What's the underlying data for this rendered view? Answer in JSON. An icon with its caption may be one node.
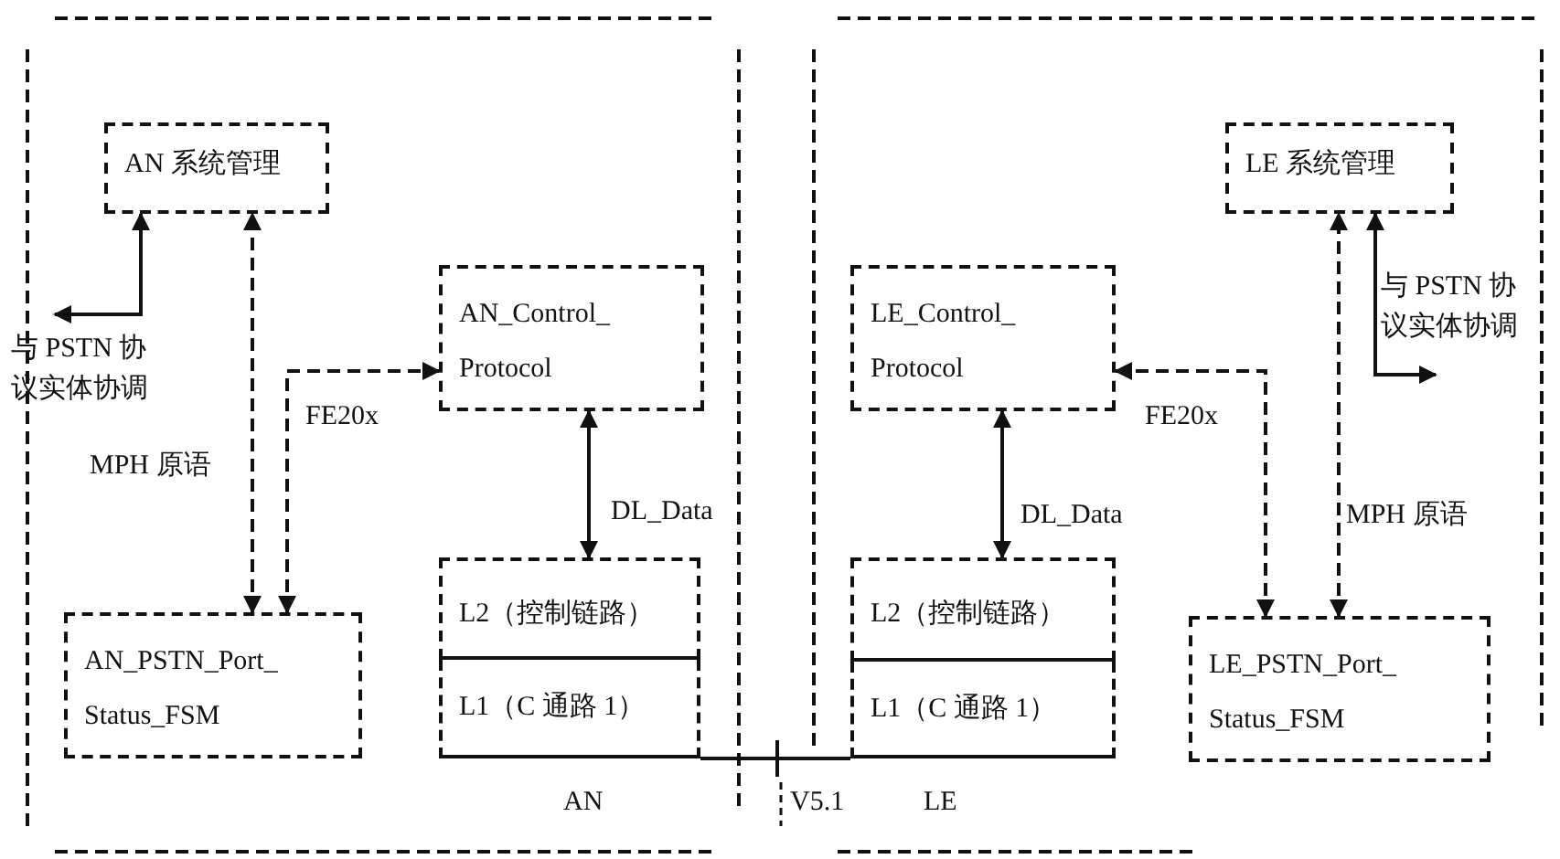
{
  "diagram": {
    "nodes": [
      {
        "text": [
          "AN 系统管理"
        ]
      },
      {
        "text": [
          "与 PSTN 协议实体协调"
        ]
      },
      {
        "text": [
          "AN_Control_ Protocol"
        ]
      },
      {
        "text": [
          "AN_PSTN_Port_ Status_FSM"
        ]
      },
      {
        "text": [
          "L2（控制链路）"
        ]
      },
      {
        "text": [
          "L1（C 通路 1）"
        ]
      },
      {
        "text": [
          "LE 系统管理"
        ]
      },
      {
        "text": [
          "与 PSTN 协议实体协调"
        ]
      },
      {
        "text": [
          "LE_Control_ Protocol"
        ]
      },
      {
        "text": [
          "L2（控制链路）"
        ]
      },
      {
        "text": [
          "L1（C 通路 1）"
        ]
      },
      {
        "text": [
          "LE_PSTN_Port_ Status_FSM"
        ]
      }
    ],
    "edges": [
      {
        "from": 0,
        "to": 1,
        "arrow": "both"
      },
      {
        "from": 3,
        "to": 0,
        "arrow": "both",
        "label": "MPH 原语",
        "style": "dashed"
      },
      {
        "from": 3,
        "to": 2,
        "arrow": "both",
        "label": "FE20x",
        "style": "dashed"
      },
      {
        "from": 2,
        "to": 4,
        "arrow": "both",
        "label": "DL_Data"
      },
      {
        "from": 5,
        "to": 10,
        "arrow": "none"
      },
      {
        "from": 6,
        "to": 7,
        "arrow": "both"
      },
      {
        "from": 8,
        "to": 9,
        "arrow": "both",
        "label": "DL_Data"
      },
      {
        "from": 11,
        "to": 8,
        "arrow": "both",
        "label": "FE20x",
        "style": "dashed"
      },
      {
        "from": 11,
        "to": 6,
        "arrow": "both",
        "label": "MPH 原语",
        "style": "dashed"
      }
    ],
    "labels": [
      "AN",
      "V5.1",
      "LE"
    ]
  }
}
